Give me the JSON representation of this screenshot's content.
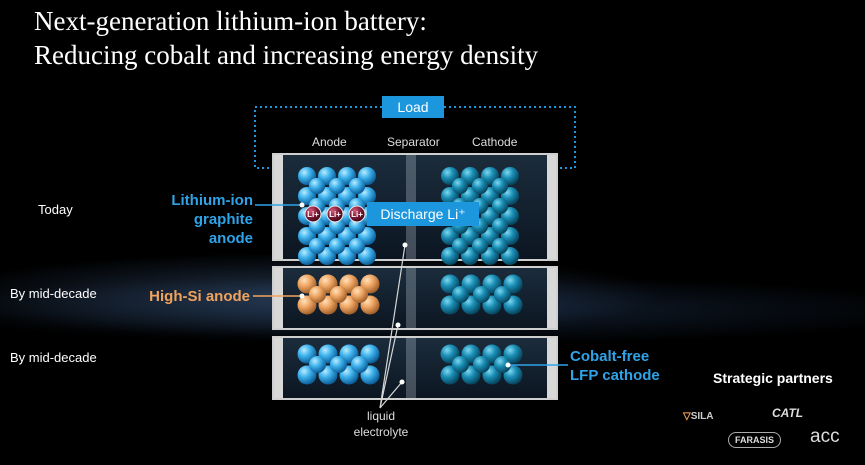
{
  "title": {
    "line1": "Next-generation lithium-ion battery:",
    "line2": "Reducing cobalt and increasing energy density"
  },
  "load_label": "Load",
  "columns": {
    "anode": "Anode",
    "separator": "Separator",
    "cathode": "Cathode"
  },
  "rows": [
    {
      "label": "Today",
      "anode_label_line1": "Lithium-ion",
      "anode_label_line2": "graphite anode"
    },
    {
      "label": "By mid-decade",
      "anode_label": "High-Si anode"
    },
    {
      "label": "By mid-decade",
      "cathode_label_line1": "Cobalt-free",
      "cathode_label_line2": "LFP cathode"
    }
  ],
  "discharge_label": "Discharge Li⁺",
  "ion_label": "Li+",
  "electrolyte_label": {
    "line1": "liquid",
    "line2": "electrolyte"
  },
  "partners": {
    "title": "Strategic partners",
    "logos": [
      "SILA",
      "CATL",
      "FARASIS",
      "acc"
    ]
  },
  "colors": {
    "accent_blue": "#1c96dd",
    "label_blue": "#2fa3e8",
    "silicon_orange": "#f1a35d",
    "ion_maroon": "#7a1633"
  }
}
